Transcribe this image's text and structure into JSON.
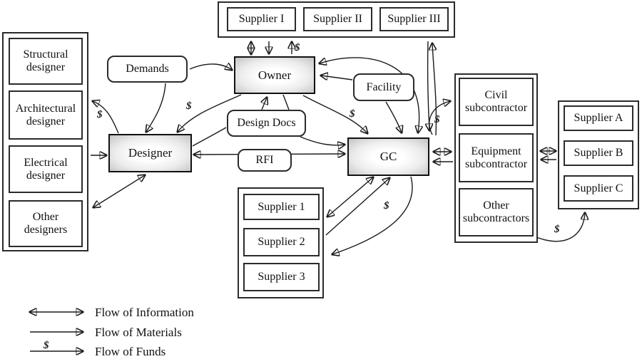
{
  "symbols": {
    "funds": "$"
  },
  "nodes": {
    "owner": "Owner",
    "designer": "Designer",
    "gc": "GC",
    "demands": "Demands",
    "facility": "Facility",
    "design_docs": "Design Docs",
    "rfi": "RFI"
  },
  "groups": {
    "top_suppliers": [
      "Supplier I",
      "Supplier II",
      "Supplier III"
    ],
    "designers": [
      "Structural designer",
      "Architectural designer",
      "Electrical designer",
      "Other designers"
    ],
    "mid_suppliers": [
      "Supplier 1",
      "Supplier 2",
      "Supplier 3"
    ],
    "subcontractors": [
      "Civil subcontractor",
      "Equipment subcontractor",
      "Other subcontractors"
    ],
    "abc_suppliers": [
      "Supplier A",
      "Supplier B",
      "Supplier C"
    ]
  },
  "legend": {
    "information_label": "Flow of Information",
    "materials_label": "Flow of Materials",
    "funds_label": "Flow of Funds"
  },
  "colors": {
    "line": "#1a1a1a",
    "box_border": "#2b2b2b",
    "node_fill_edge": "#c4c4c4"
  }
}
